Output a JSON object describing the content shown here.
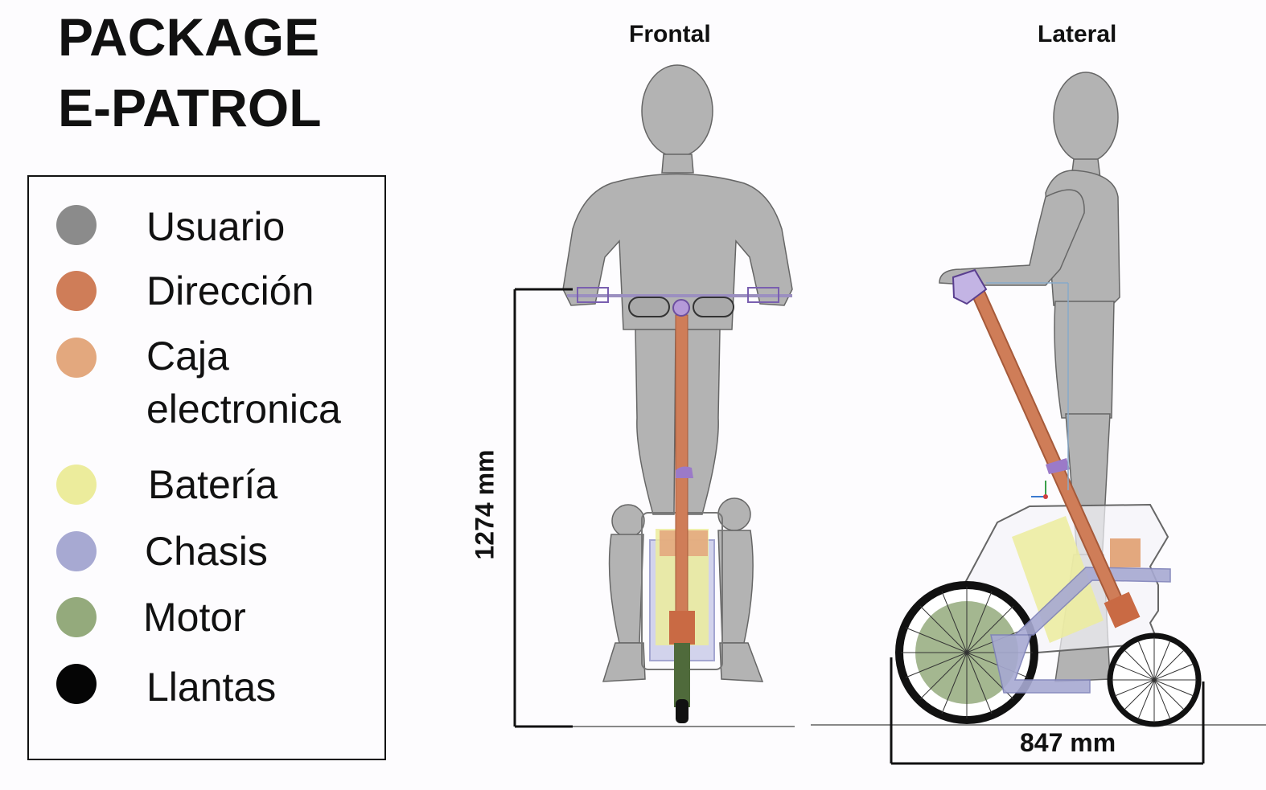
{
  "title": {
    "line1": "PACKAGE",
    "line2": "E-PATROL"
  },
  "legend": {
    "items": [
      {
        "label": "Usuario",
        "color": "#8b8b8b",
        "icon": "gray-circle"
      },
      {
        "label": "Dirección",
        "color": "#cf7d58",
        "icon": "orange-circle"
      },
      {
        "label": "Caja",
        "label2": "electronica",
        "color": "#e3a87e",
        "icon": "light-orange-circle"
      },
      {
        "label": "Batería",
        "color": "#ecec9c",
        "icon": "yellow-circle"
      },
      {
        "label": "Chasis",
        "color": "#a7a9d2",
        "icon": "lavender-circle"
      },
      {
        "label": "Motor",
        "color": "#94aa7c",
        "icon": "green-circle"
      },
      {
        "label": "Llantas",
        "color": "#050505",
        "icon": "black-circle"
      }
    ]
  },
  "views": {
    "front_label": "Frontal",
    "side_label": "Lateral"
  },
  "dimensions": {
    "height_label": "1274 mm",
    "length_label": "847 mm"
  }
}
